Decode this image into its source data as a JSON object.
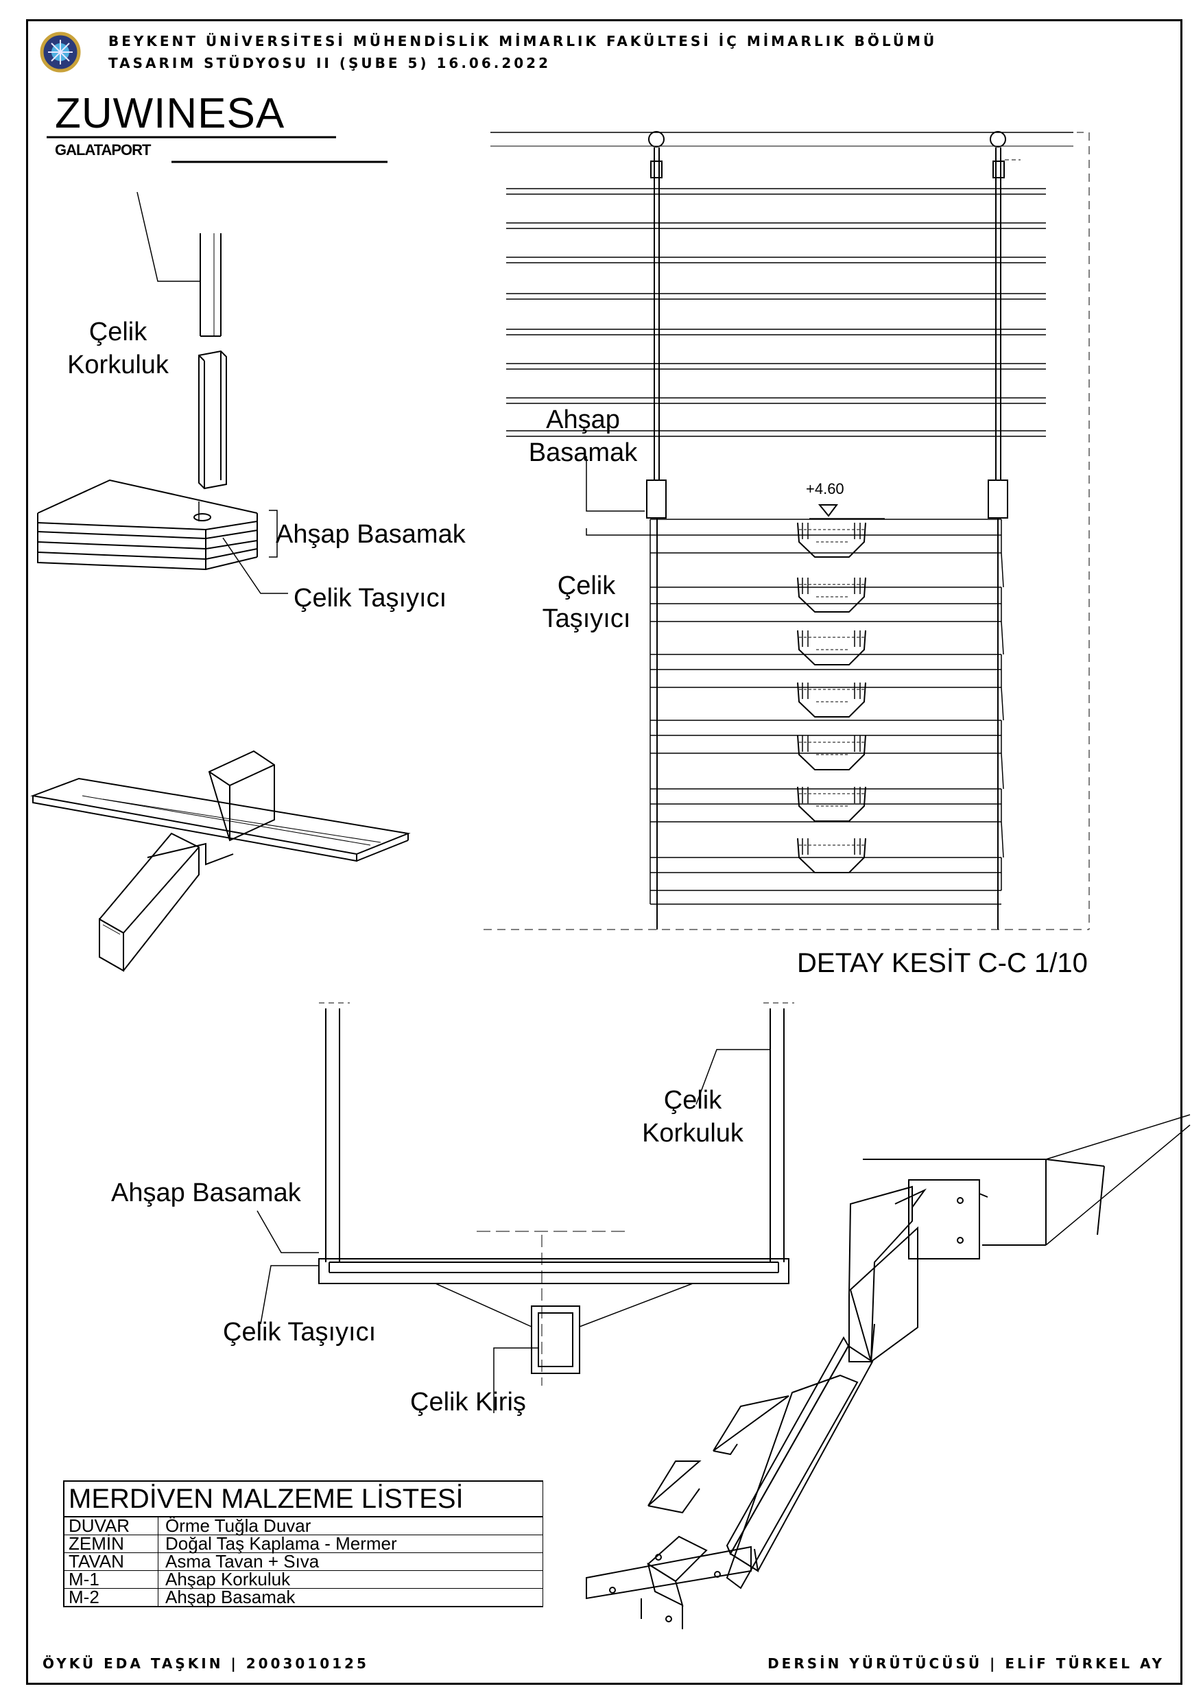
{
  "header": {
    "line1": "BEYKENT ÜNİVERSİTESİ MÜHENDİSLİK MİMARLIK FAKÜLTESİ İÇ MİMARLIK BÖLÜMÜ",
    "line2": "TASARIM STÜDYOSU II (ŞUBE 5) 16.06.2022"
  },
  "brand": {
    "title": "ZUWINESA",
    "subtitle": "GALATAPORT"
  },
  "labels": {
    "celik_korkuluk": "Çelik Korkuluk",
    "ahsap_basamak": "Ahşap Basamak",
    "celik_tasiyici": "Çelik Taşıyıcı",
    "celik_kiris": "Çelik Kiriş",
    "elevation": "+4.60",
    "section_title": "DETAY KESİT C-C 1/10"
  },
  "labels_split": {
    "celik": "Çelik",
    "korkuluk": "Korkuluk",
    "ahsap": "Ahşap",
    "basamak": "Basamak",
    "tasiyici": "Taşıyıcı"
  },
  "materials": {
    "title": "MERDİVEN MALZEME LİSTESİ",
    "rows": [
      {
        "code": "DUVAR",
        "desc": "Örme Tuğla Duvar"
      },
      {
        "code": "ZEMİN",
        "desc": "Doğal Taş Kaplama - Mermer"
      },
      {
        "code": "TAVAN",
        "desc": "Asma Tavan + Sıva"
      },
      {
        "code": "M-1",
        "desc": "Ahşap Korkuluk"
      },
      {
        "code": "M-2",
        "desc": "Ahşap Basamak"
      }
    ]
  },
  "footer": {
    "student": "ÖYKÜ EDA TAŞKIN | 2003010125",
    "instructor": "DERSİN YÜRÜTÜCÜSÜ | ELİF TÜRKEL AY"
  }
}
